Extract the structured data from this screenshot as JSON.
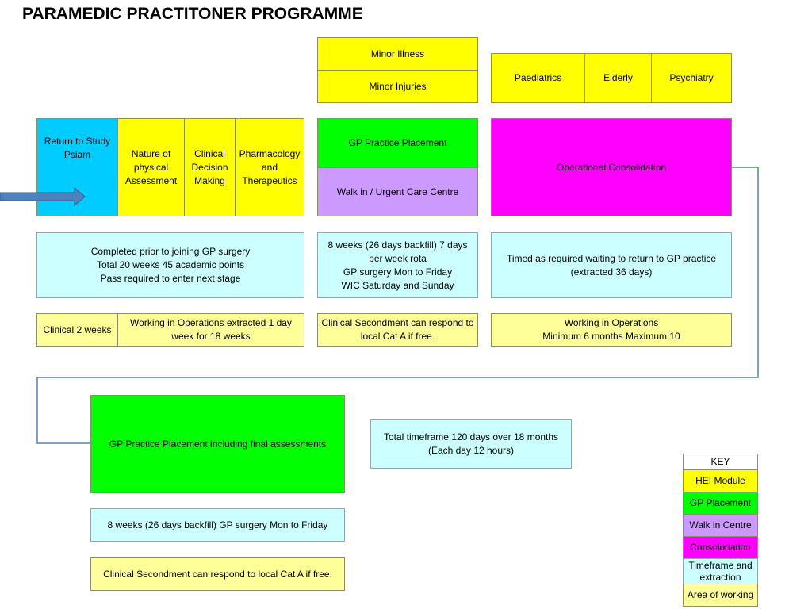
{
  "title": "PARAMEDIC PRACTITONER PROGRAMME",
  "hei": {
    "return_to_study": "Return to Study\nPsiam",
    "nature_of_assessment": "Nature of\nphysical\nAssessment",
    "clinical_decision": "Clinical\nDecision\nMaking",
    "pharmacology": "Pharmacology\nand\nTherapeutics"
  },
  "minor": {
    "illness": "Minor Illness",
    "injuries": "Minor Injuries"
  },
  "specialties": {
    "paediatrics": "Paediatrics",
    "elderly": "Elderly",
    "psychiatry": "Psychiatry"
  },
  "gp_placement": "GP Practice Placement",
  "walk_in": "Walk in / Urgent Care Centre",
  "operational_consolidation": "Operational Consolidation",
  "timeframes": {
    "hei": "Completed prior to joining GP surgery\nTotal 20 weeks 45 academic points\nPass required to enter next stage",
    "gp": "8 weeks (26 days backfill) 7 days\nper week rota\nGP surgery Mon to Friday\nWIC Saturday and Sunday",
    "consolidation": "Timed as required waiting to return to GP practice\n(extracted 36 days)"
  },
  "areas": {
    "clinical_2_weeks": "Clinical 2 weeks",
    "working_ops_extracted": "Working in Operations extracted 1 day\nweek for 18 weeks",
    "secondment": "Clinical Secondment can respond to\nlocal Cat A if free.",
    "working_ops_min_max": "Working in Operations\nMinimum 6 months Maximum 10"
  },
  "final": {
    "placement": "GP Practice Placement including final assessments",
    "timeframe": "8 weeks (26 days backfill) GP surgery Mon to Friday",
    "secondment": "Clinical Secondment can respond to local Cat A if free."
  },
  "total_timeframe": "Total timeframe 120 days over 18 months\n(Each day 12 hours)",
  "key": {
    "title": "KEY",
    "hei_module": "HEI Module",
    "gp_placement": "GP Placement",
    "walk_in": "Walk in Centre",
    "consolidation": "Consolodation",
    "timeframe": "Timeframe and\nextraction",
    "area": "Area of working"
  },
  "colors": {
    "hei": "#ffff00",
    "return_to_study": "#00ccff",
    "gp": "#00ff00",
    "walk_in": "#cc99ff",
    "consolidation": "#ff00ff",
    "timeframe": "#ccffff",
    "area": "#ffff99",
    "connector": "#4f81bd"
  }
}
